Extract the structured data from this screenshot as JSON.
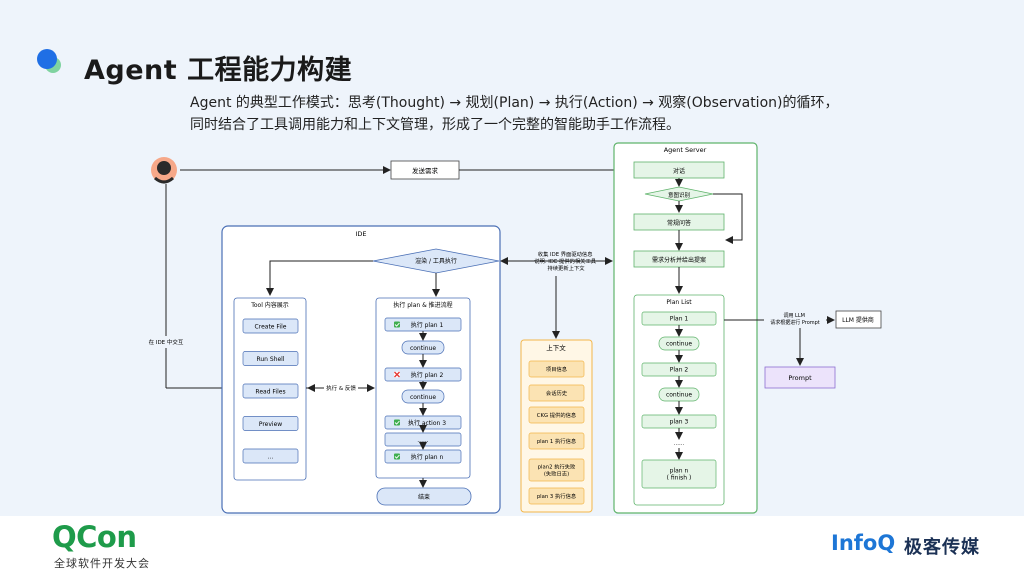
{
  "header": {
    "title": "Agent 工程能力构建",
    "description": "Agent 的典型工作模式：思考(Thought) → 规划(Plan) → 执行(Action) → 观察(Observation)的循环，同时结合了工具调用能力和上下文管理，形成了一个完整的智能助手工作流程。"
  },
  "diagram": {
    "send_request": "发送需求",
    "ide_interact": "在 IDE 中交互",
    "ide": {
      "title": "IDE",
      "decision": "渲染 / 工具执行",
      "tool_panel": {
        "title": "Tool 内容展示",
        "items": [
          "Create File",
          "Run Shell",
          "Read Files",
          "Preview",
          "..."
        ]
      },
      "exec_label": "执行 & 反馈",
      "flow": {
        "title": "执行 plan & 推进流程",
        "steps": [
          "执行 plan 1",
          "continue",
          "执行 plan 2",
          "continue",
          "执行 action 3",
          "......",
          "执行 plan n"
        ],
        "end": "结束"
      }
    },
    "collect_note": "收集 IDE 界面驱动信息\n说明: IDE 提供的相关工具\n持续更新上下文",
    "context": {
      "title": "上下文",
      "items": [
        "项目信息",
        "会话历史",
        "CKG 提供的信息",
        "plan 1 执行信息",
        "plan2 执行失败\n(失败日志)",
        "plan 3 执行信息"
      ]
    },
    "server": {
      "title": "Agent Server",
      "dialog": "对话",
      "intent": "意图识别",
      "qa": "常规问答",
      "analyze": "需求分析并给出提案",
      "plan_list": {
        "title": "Plan List",
        "items": [
          "Plan 1",
          "continue",
          "Plan 2",
          "continue",
          "plan 3",
          "......",
          "plan n\n( finish )"
        ]
      }
    },
    "llm_note": "调用 LLM\n请求根据进行 Prompt",
    "llm": "LLM 提供商",
    "prompt": "Prompt"
  },
  "footer": {
    "qcon": "QCon",
    "qcon_sub": "全球软件开发大会",
    "infoq": "InfoQ",
    "infoq_cn": "极客传媒"
  },
  "colors": {
    "blue": "#4a6fb5",
    "green": "#5fb36b",
    "orange": "#f3b64a",
    "purple": "#8c6fd1"
  }
}
